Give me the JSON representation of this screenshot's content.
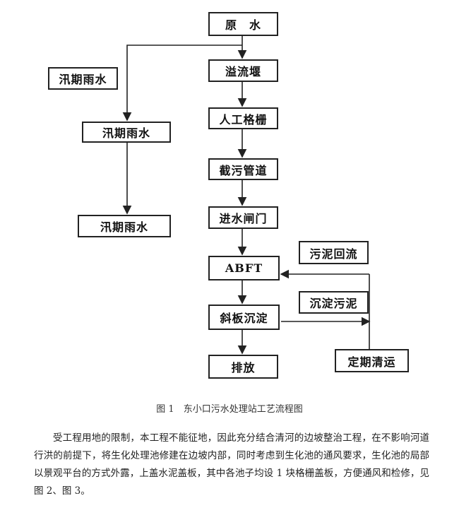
{
  "flowchart": {
    "nodes": {
      "raw_water": "原　水",
      "weir": "溢流堰",
      "screen": "人工格栅",
      "intercept_pipe": "截污管道",
      "inlet_gate": "进水闸门",
      "abft": "ABFT",
      "inclined_settler": "斜板沉淀",
      "discharge": "排放",
      "flood_rain_label": "汛期雨水",
      "flood_rain_mid": "汛期雨水",
      "flood_rain_bottom": "汛期雨水",
      "sludge_return": "污泥回流",
      "settled_sludge": "沉淀污泥",
      "scheduled_removal": "定期清运"
    }
  },
  "caption": "图 1　东小口污水处理站工艺流程图",
  "paragraph": "受工程用地的限制，本工程不能征地，因此充分结合清河的边坡整治工程，在不影响河道行洪的前提下，将生化处理池修建在边坡内部，同时考虑到生化池的通风要求，生化池的局部以景观平台的方式外露，上盖水泥盖板，其中各池子均设 1 块格栅盖板，方便通风和检修，见图 2、图 3。"
}
